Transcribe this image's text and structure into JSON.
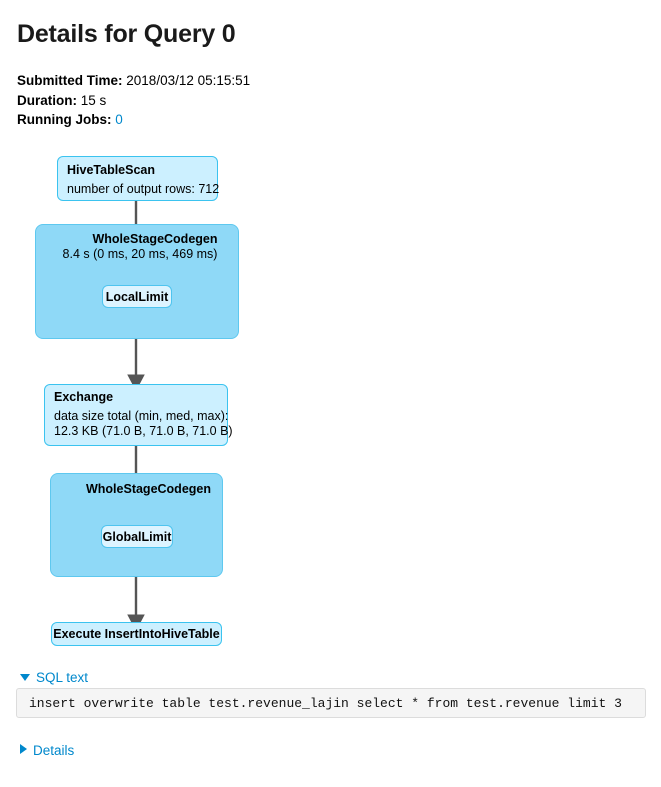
{
  "header": {
    "title": "Details for Query 0",
    "submitted_time_label": "Submitted Time:",
    "submitted_time_value": "2018/03/12 05:15:51",
    "duration_label": "Duration:",
    "duration_value": "15 s",
    "running_jobs_label": "Running Jobs:",
    "running_jobs_value": "0"
  },
  "plan": {
    "hive_table_scan": {
      "title": "HiveTableScan",
      "metric": "number of output rows: 712"
    },
    "codegen_top": {
      "title": "WholeStageCodegen",
      "metric": "8.4 s (0 ms, 20 ms, 469 ms)",
      "child": "LocalLimit"
    },
    "exchange": {
      "title": "Exchange",
      "metric_line1": "data size total (min, med, max):",
      "metric_line2": "12.3 KB (71.0 B, 71.0 B, 71.0 B)"
    },
    "codegen_bottom": {
      "title": "WholeStageCodegen",
      "child": "GlobalLimit"
    },
    "execute": {
      "title": "Execute InsertIntoHiveTable"
    }
  },
  "sections": {
    "sql_text_label": "SQL text",
    "sql_text_value": "insert overwrite table test.revenue_lajin select * from test.revenue limit 3",
    "details_label": "Details"
  },
  "colors": {
    "link": "#0088cc",
    "node_fill": "#ccf0ff",
    "node_border": "#3bc3ef",
    "cluster_fill": "#8fd9f7",
    "cluster_border": "#5ec8ef",
    "inner_node_fill": "#ddf4ff",
    "edge": "#555555",
    "sql_box_bg": "#f5f5f5"
  }
}
